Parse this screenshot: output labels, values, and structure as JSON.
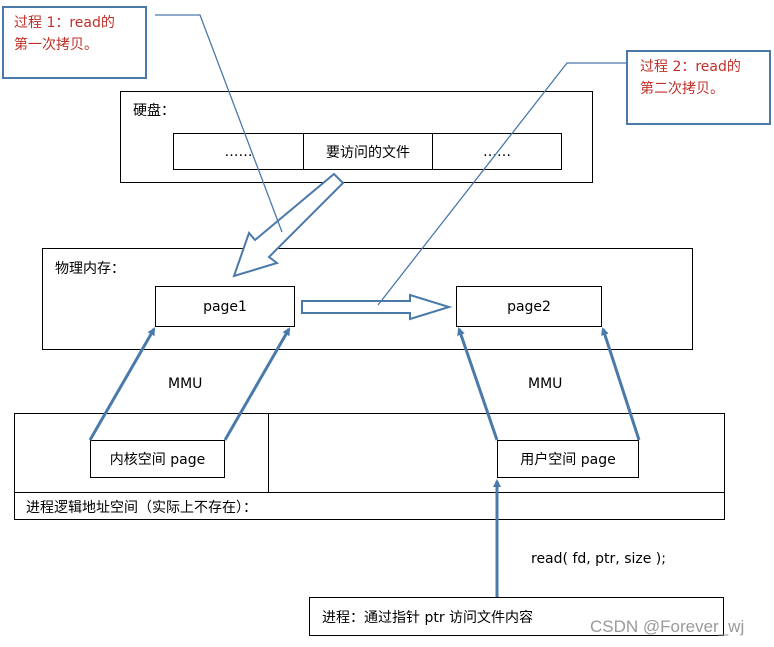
{
  "callouts": {
    "step1": {
      "line1": "过程 1：read的",
      "line2": "第一次拷贝。"
    },
    "step2": {
      "line1": "过程 2：read的",
      "line2": "第二次拷贝。"
    }
  },
  "disk": {
    "label": "硬盘：",
    "cells": [
      "……",
      "要访问的文件",
      "……"
    ]
  },
  "memory": {
    "label": "物理内存：",
    "page1": "page1",
    "page2": "page2"
  },
  "mmu": {
    "left": "MMU",
    "right": "MMU"
  },
  "address_space": {
    "label": "进程逻辑地址空间（实际上不存在）：",
    "kernel_page": "内核空间 page",
    "user_page": "用户空间 page"
  },
  "syscall": "read( fd, ptr, size );",
  "process": "进程：通过指针 ptr 访问文件内容",
  "watermark": "CSDN @Forever_wj",
  "colors": {
    "arrow": "#4a7aaa",
    "callout_text": "#c0302a",
    "callout_border": "#4a7aaa"
  }
}
